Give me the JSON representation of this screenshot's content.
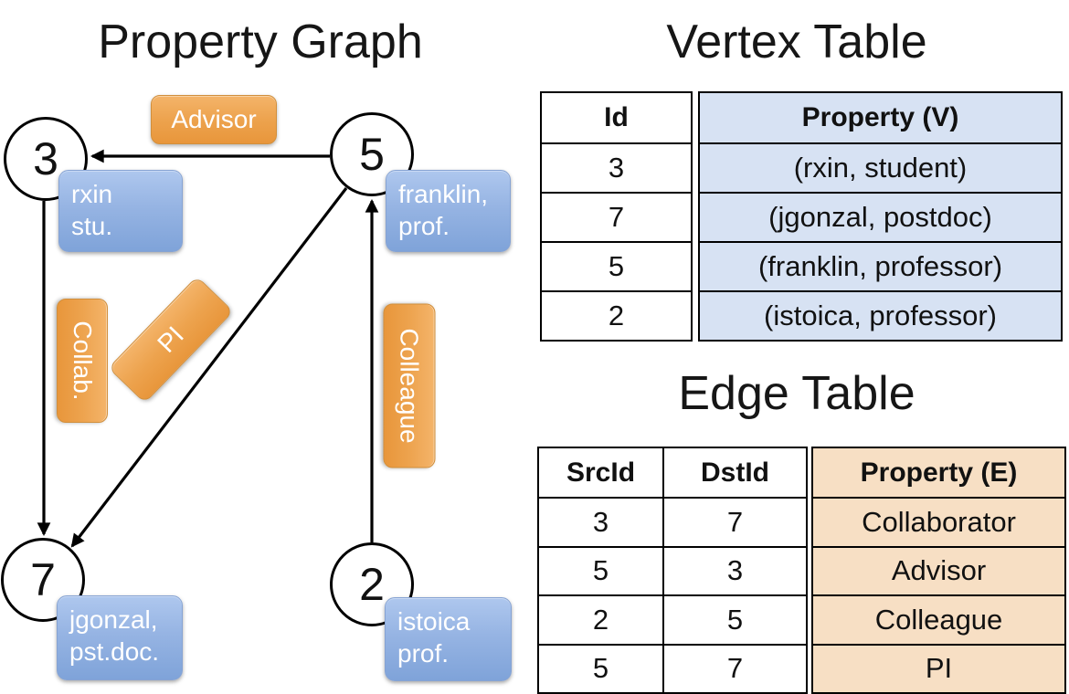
{
  "titles": {
    "graph": "Property Graph",
    "vertex_table": "Vertex Table",
    "edge_table": "Edge Table"
  },
  "graph": {
    "nodes": [
      {
        "id": "3",
        "line1": "rxin",
        "line2": "stu."
      },
      {
        "id": "5",
        "line1": "franklin,",
        "line2": "prof."
      },
      {
        "id": "7",
        "line1": "jgonzal,",
        "line2": "pst.doc."
      },
      {
        "id": "2",
        "line1": "istoica",
        "line2": "prof."
      }
    ],
    "edge_labels": [
      "Advisor",
      "Collab.",
      "PI",
      "Colleague"
    ],
    "edges": [
      {
        "from": "5",
        "to": "3",
        "label": "Advisor"
      },
      {
        "from": "3",
        "to": "7",
        "label": "Collab."
      },
      {
        "from": "5",
        "to": "7",
        "label": "PI"
      },
      {
        "from": "2",
        "to": "5",
        "label": "Colleague"
      }
    ]
  },
  "vertex_table": {
    "headers": {
      "id": "Id",
      "property": "Property (V)"
    },
    "rows": [
      {
        "id": "3",
        "property": "(rxin, student)"
      },
      {
        "id": "7",
        "property": "(jgonzal, postdoc)"
      },
      {
        "id": "5",
        "property": "(franklin, professor)"
      },
      {
        "id": "2",
        "property": "(istoica, professor)"
      }
    ]
  },
  "edge_table": {
    "headers": {
      "src": "SrcId",
      "dst": "DstId",
      "property": "Property (E)"
    },
    "rows": [
      {
        "src": "3",
        "dst": "7",
        "property": "Collaborator"
      },
      {
        "src": "5",
        "dst": "3",
        "property": "Advisor"
      },
      {
        "src": "2",
        "dst": "5",
        "property": "Colleague"
      },
      {
        "src": "5",
        "dst": "7",
        "property": "PI"
      }
    ]
  },
  "colors": {
    "edge_stroke": "#000000",
    "node_fill": "#ffffff",
    "vertex_box_top": "#aec7ee",
    "vertex_box_bottom": "#7fa3d9",
    "edge_box_top": "#f4b46a",
    "edge_box_bottom": "#e8963b",
    "vertex_table_fill": "#d7e2f3",
    "edge_table_fill": "#f7dfc4"
  }
}
